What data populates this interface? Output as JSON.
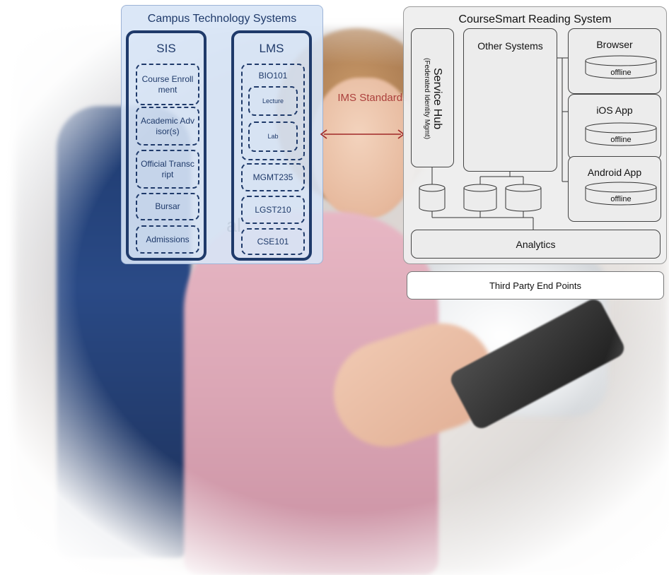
{
  "campus": {
    "title": "Campus Technology Systems",
    "sis": {
      "title": "SIS",
      "items": [
        "Course Enrollment",
        "Academic Advisor(s)",
        "Official Transcript",
        "Bursar",
        "Admissions"
      ]
    },
    "lms": {
      "title": "LMS",
      "course_group": {
        "label": "BIO101",
        "sub_items": [
          "Lecture",
          "Lab"
        ]
      },
      "items": [
        "MGMT235",
        "LGST210",
        "CSE101"
      ]
    }
  },
  "connector": {
    "label": "IMS Standards"
  },
  "coursesmart": {
    "title": "CourseSmart Reading System",
    "service_hub": {
      "label": "Service Hub",
      "sublabel": "(Federated Identity Mgmt)"
    },
    "other_systems": "Other Systems",
    "clients": [
      {
        "label": "Browser",
        "storage": "offline"
      },
      {
        "label": "iOS App",
        "storage": "offline"
      },
      {
        "label": "Android App",
        "storage": "offline"
      }
    ],
    "analytics": "Analytics"
  },
  "third_party": "Third Party End Points",
  "edge_text": "al",
  "colors": {
    "campus_blue": "#1f3a6a",
    "campus_fill": "#d7e4f6",
    "arrow_red": "#a02828",
    "cs_gray": "#ececec"
  }
}
